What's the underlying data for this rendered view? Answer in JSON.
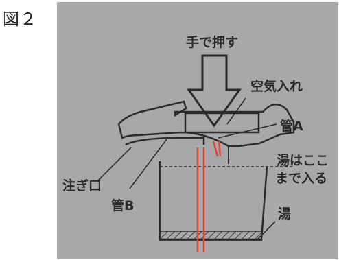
{
  "figure_label": "図２",
  "labels": {
    "push_by_hand": "手で押す",
    "air_inlet": "空気入れ",
    "tube_a": "管A",
    "water_level_line1": "湯はここ",
    "water_level_line2": "まで入る",
    "spout": "注ぎ口",
    "tube_b": "管B",
    "hot_water": "湯"
  },
  "colors": {
    "photo_background": "#a7a8a9",
    "line_ink": "#2b2b2b",
    "highlight_tube": "#e4452c"
  }
}
